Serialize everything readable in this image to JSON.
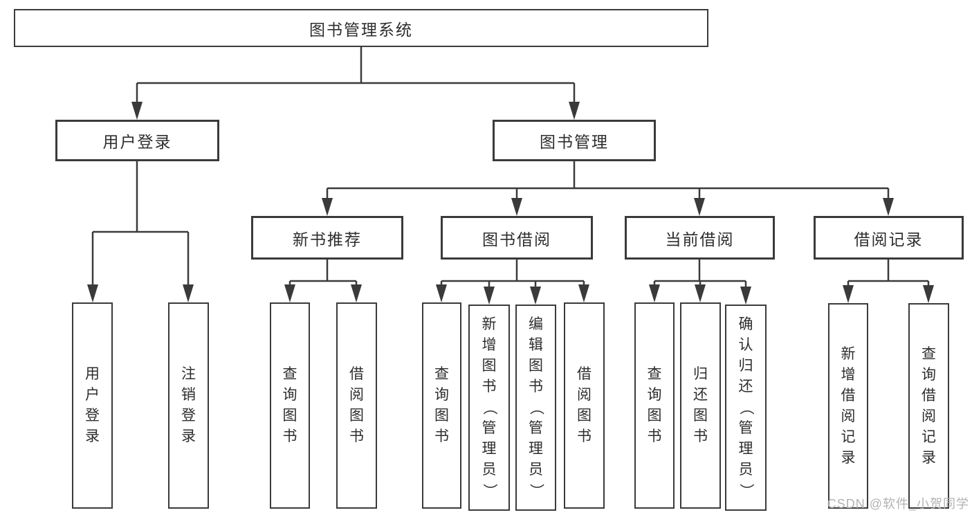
{
  "diagram": {
    "title": "图书管理系统",
    "nodes": [
      {
        "id": "system",
        "label": "图书管理系统",
        "level": 1,
        "parent": null
      },
      {
        "id": "user-login",
        "label": "用户登录",
        "level": 2,
        "parent": "system"
      },
      {
        "id": "book-mgmt",
        "label": "图书管理",
        "level": 2,
        "parent": "system"
      },
      {
        "id": "new-book-rec",
        "label": "新书推荐",
        "level": 3,
        "parent": "book-mgmt"
      },
      {
        "id": "book-borrow",
        "label": "图书借阅",
        "level": 3,
        "parent": "book-mgmt"
      },
      {
        "id": "current-borrow",
        "label": "当前借阅",
        "level": 3,
        "parent": "book-mgmt"
      },
      {
        "id": "borrow-records",
        "label": "借阅记录",
        "level": 3,
        "parent": "book-mgmt"
      },
      {
        "id": "leaf-user-login",
        "label": "用户登录",
        "level": 4,
        "parent": "user-login"
      },
      {
        "id": "leaf-logout",
        "label": "注销登录",
        "level": 4,
        "parent": "user-login"
      },
      {
        "id": "leaf-nb-query",
        "label": "查询图书",
        "level": 4,
        "parent": "new-book-rec"
      },
      {
        "id": "leaf-nb-borrow",
        "label": "借阅图书",
        "level": 4,
        "parent": "new-book-rec"
      },
      {
        "id": "leaf-bb-query",
        "label": "查询图书",
        "level": 4,
        "parent": "book-borrow"
      },
      {
        "id": "leaf-bb-add",
        "label": "新增图书（管理员）",
        "level": 4,
        "parent": "book-borrow"
      },
      {
        "id": "leaf-bb-edit",
        "label": "编辑图书（管理员）",
        "level": 4,
        "parent": "book-borrow"
      },
      {
        "id": "leaf-bb-borrow",
        "label": "借阅图书",
        "level": 4,
        "parent": "book-borrow"
      },
      {
        "id": "leaf-cb-query",
        "label": "查询图书",
        "level": 4,
        "parent": "current-borrow"
      },
      {
        "id": "leaf-cb-return",
        "label": "归还图书",
        "level": 4,
        "parent": "current-borrow"
      },
      {
        "id": "leaf-cb-confirm",
        "label": "确认归还（管理员）",
        "level": 4,
        "parent": "current-borrow"
      },
      {
        "id": "leaf-br-add",
        "label": "新增借阅记录",
        "level": 4,
        "parent": "borrow-records"
      },
      {
        "id": "leaf-br-query",
        "label": "查询借阅记录",
        "level": 4,
        "parent": "borrow-records"
      }
    ]
  },
  "watermark": {
    "text": "CSDN @软件_小贺同学"
  },
  "colors": {
    "line": "#3a3a3a",
    "border": "#3a3a3a",
    "text": "#2d2d2d",
    "background": "#ffffff",
    "watermark": "#b2b2b2"
  }
}
